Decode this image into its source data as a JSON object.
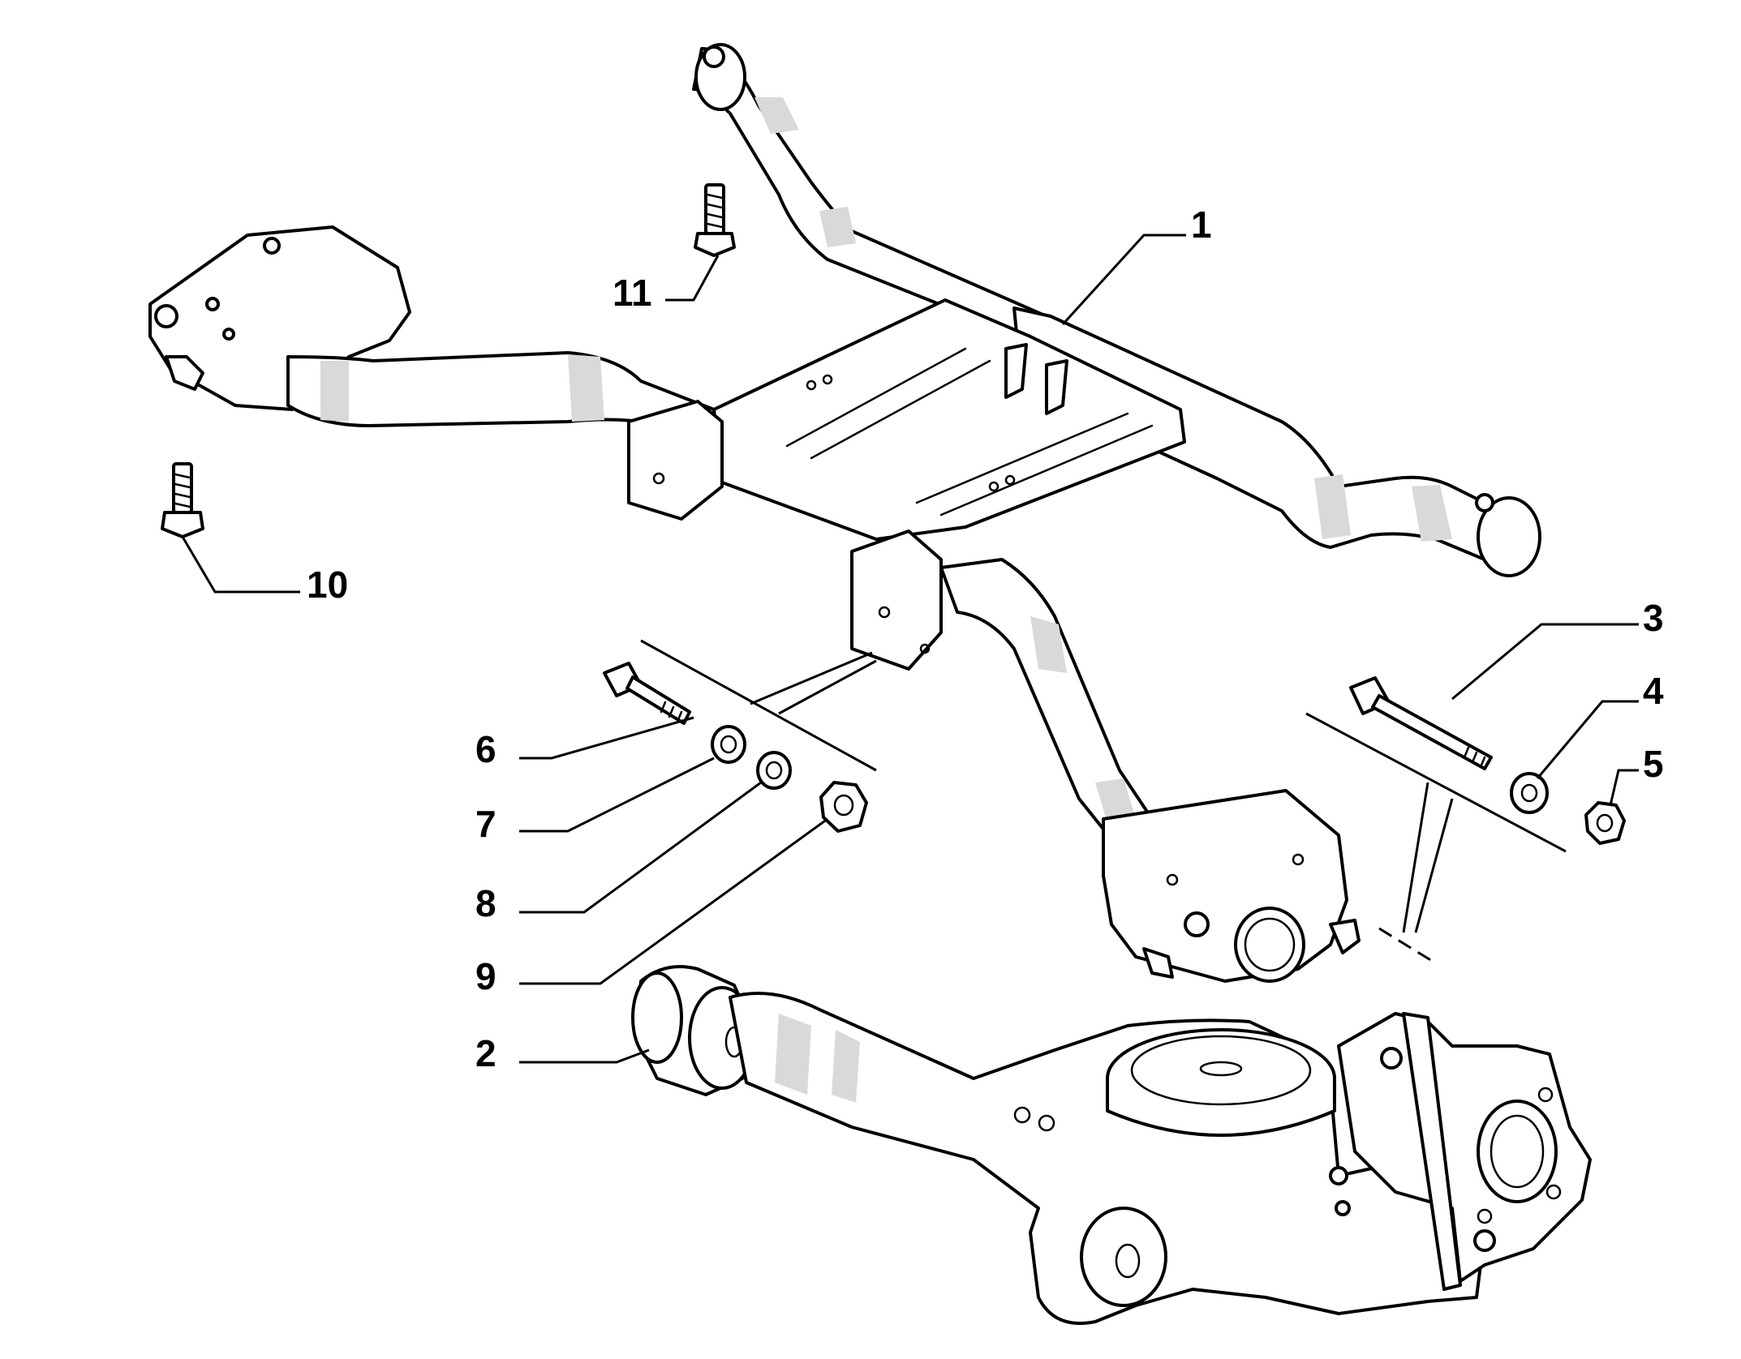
{
  "callouts": [
    {
      "id": "1",
      "text": "1"
    },
    {
      "id": "2",
      "text": "2"
    },
    {
      "id": "3",
      "text": "3"
    },
    {
      "id": "4",
      "text": "4"
    },
    {
      "id": "5",
      "text": "5"
    },
    {
      "id": "6",
      "text": "6"
    },
    {
      "id": "7",
      "text": "7"
    },
    {
      "id": "8",
      "text": "8"
    },
    {
      "id": "9",
      "text": "9"
    },
    {
      "id": "10",
      "text": "10"
    },
    {
      "id": "11",
      "text": "11"
    }
  ],
  "colors": {
    "line": "#000000",
    "background": "#ffffff",
    "shade": "#d9d9d9"
  }
}
